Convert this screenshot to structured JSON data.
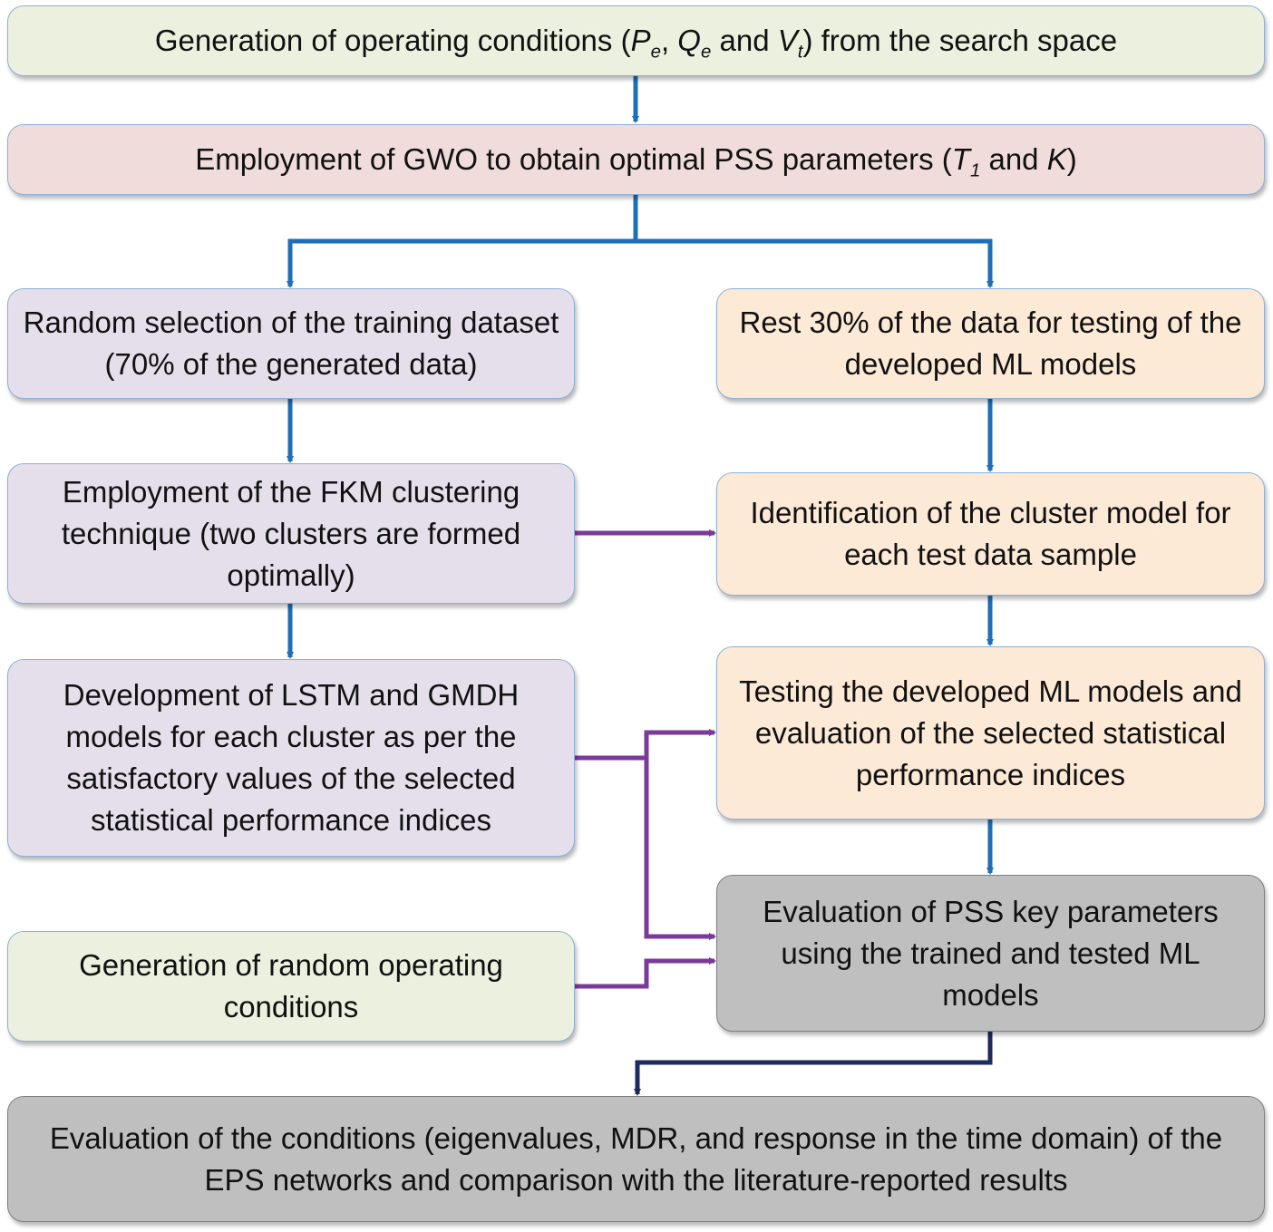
{
  "boxes": {
    "generation": {
      "before": "Generation of operating conditions (",
      "p": "P",
      "p_sub": "e",
      "sep1": ", ",
      "q": "Q",
      "q_sub": "e",
      "and": " and ",
      "v": "V",
      "v_sub": "t",
      "after": ") from the search space"
    },
    "gwo": {
      "before": "Employment of GWO to obtain optimal PSS parameters (",
      "t": "T",
      "t_sub": "1",
      "and": " and ",
      "k": "K",
      "after": ")"
    },
    "training": "Random selection of the training dataset (70% of the generated data)",
    "testing": "Rest 30% of the data for testing of the developed ML models",
    "fkm": "Employment of the FKM clustering technique (two clusters are formed optimally)",
    "identification": "Identification of the cluster model for each test data sample",
    "development": "Development of LSTM and GMDH models for each cluster as per the satisfactory values of the selected statistical performance indices",
    "testing_models": "Testing the developed ML models and evaluation of the selected statistical performance indices",
    "random_conditions": "Generation of random operating conditions",
    "evaluation_pss": "Evaluation of PSS key parameters using the trained and tested ML models",
    "evaluation_final": "Evaluation of the conditions (eigenvalues, MDR, and response in the time domain) of the EPS networks and comparison with the literature-reported results"
  },
  "colors": {
    "blue_arrow": "#1f6fb8",
    "purple_arrow": "#7a3a9a",
    "navy_arrow": "#1c2a5e"
  }
}
